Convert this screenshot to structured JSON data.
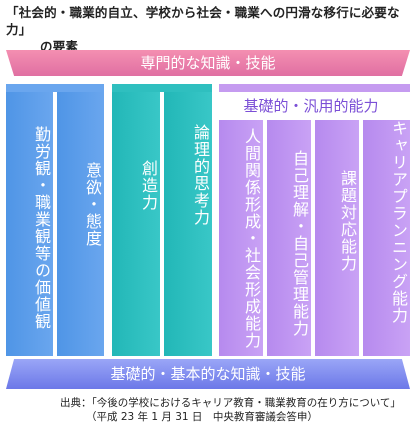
{
  "title": {
    "line1": "「社会的・職業的自立、学校から社会・職業への円滑な移行に必要な力」",
    "line2": "の要素"
  },
  "top_banner": "専門的な知識・技能",
  "columns": {
    "work_view": "勤労観・職業観等の価値観",
    "motivation": "意欲・態度",
    "creativity": "創造力",
    "logical_thinking": "論理的思考力"
  },
  "generic_group": {
    "label": "基礎的・汎用的能力",
    "items": [
      "人間関係形成・社会形成能力",
      "自己理解・自己管理能力",
      "課題対応能力",
      "キャリアプランニング能力"
    ]
  },
  "bottom_banner": "基礎的・基本的な知識・技能",
  "source": {
    "line1": "出典：「今後の学校におけるキャリア教育・職業教育の在り方について」",
    "line2": "（平成 23 年 1 月 31 日　中央教育審議会答申）"
  }
}
